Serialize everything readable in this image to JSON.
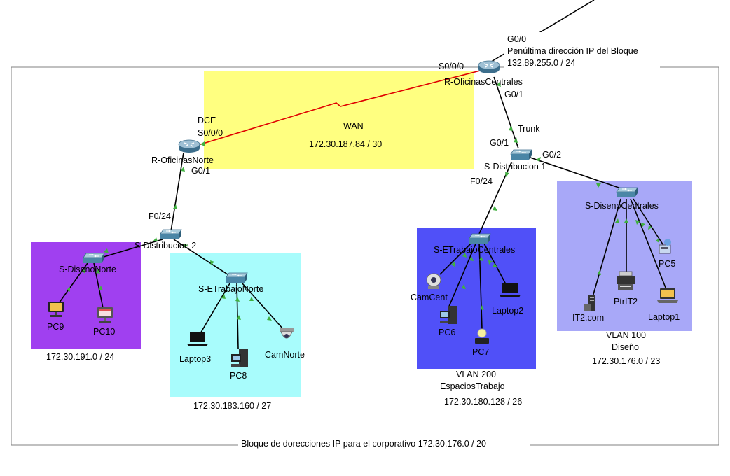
{
  "colors": {
    "wan_area": "#ffff80",
    "vlan_norte_diseno": "#a040f0",
    "vlan_norte_trabajo": "#a8fcfc",
    "vlan_200": "#5050f8",
    "vlan_100": "#a8a8f8",
    "serial_link": "#e00000",
    "link": "#000000",
    "port_marker": "#40b040"
  },
  "areas": {
    "wan": {
      "name": "WAN",
      "network": "172.30.187.84 / 30"
    },
    "norte_diseno": {
      "network": "172.30.191.0 / 24"
    },
    "norte_trabajo": {
      "network": "172.30.183.160 / 27"
    },
    "vlan200": {
      "vlan": "VLAN 200",
      "name": "EspaciosTrabajo",
      "network": "172.30.180.128 / 26"
    },
    "vlan100": {
      "vlan": "VLAN 100",
      "name": "Diseño",
      "network": "172.30.176.0 / 23"
    }
  },
  "corporate_note": "Bloque de dorecciones IP para el corporativo 172.30.176.0 / 20",
  "isp_note": {
    "port": "G0/0",
    "line1": "Penúltima dirección IP del Bloque",
    "line2": "132.89.255.0 / 24"
  },
  "devices": {
    "r_centrales": {
      "name": "R-OficinasCentrales",
      "icon": "router-icon"
    },
    "r_norte": {
      "name": "R-OficinasNorte",
      "icon": "router-icon"
    },
    "s_dist1": {
      "name": "S-Distribucion 1",
      "icon": "switch-icon"
    },
    "s_dist2": {
      "name": "S-Distribucion 2",
      "icon": "switch-icon"
    },
    "s_disenonorte": {
      "name": "S-DisenoNorte",
      "icon": "switch-icon"
    },
    "s_etrabajonorte": {
      "name": "S-ETrabajoNorte",
      "icon": "switch-icon"
    },
    "s_etrabajocentrales": {
      "name": "S-ETrabajoCentrales",
      "icon": "switch-icon"
    },
    "s_disenocentrales": {
      "name": "S-DisenoCentrales",
      "icon": "switch-icon"
    },
    "pc9": {
      "name": "PC9",
      "icon": "pc-icon"
    },
    "pc10": {
      "name": "PC10",
      "icon": "pc-icon"
    },
    "laptop3": {
      "name": "Laptop3",
      "icon": "laptop-icon"
    },
    "pc8": {
      "name": "PC8",
      "icon": "pc-icon"
    },
    "camnorte": {
      "name": "CamNorte",
      "icon": "camera-icon"
    },
    "camcent": {
      "name": "CamCent",
      "icon": "camera-icon"
    },
    "pc6": {
      "name": "PC6",
      "icon": "pc-icon"
    },
    "pc7": {
      "name": "PC7",
      "icon": "light-icon"
    },
    "laptop2": {
      "name": "Laptop2",
      "icon": "laptop-icon"
    },
    "it2": {
      "name": "IT2.com",
      "icon": "server-icon"
    },
    "ptrit2": {
      "name": "PtrIT2",
      "icon": "printer-icon"
    },
    "pc5": {
      "name": "PC5",
      "icon": "sprinkler-icon"
    },
    "laptop1": {
      "name": "Laptop1",
      "icon": "laptop-icon"
    }
  },
  "ports": {
    "r_centrales_s000": "S0/0/0",
    "r_centrales_g01": "G0/1",
    "trunk": "Trunk",
    "s_dist1_g01": "G0/1",
    "s_dist1_g02": "G0/2",
    "s_dist1_f024": "F0/24",
    "r_norte_dce": "DCE",
    "r_norte_s000": "S0/0/0",
    "r_norte_g01": "G0/1",
    "s_dist2_f024": "F0/24"
  }
}
